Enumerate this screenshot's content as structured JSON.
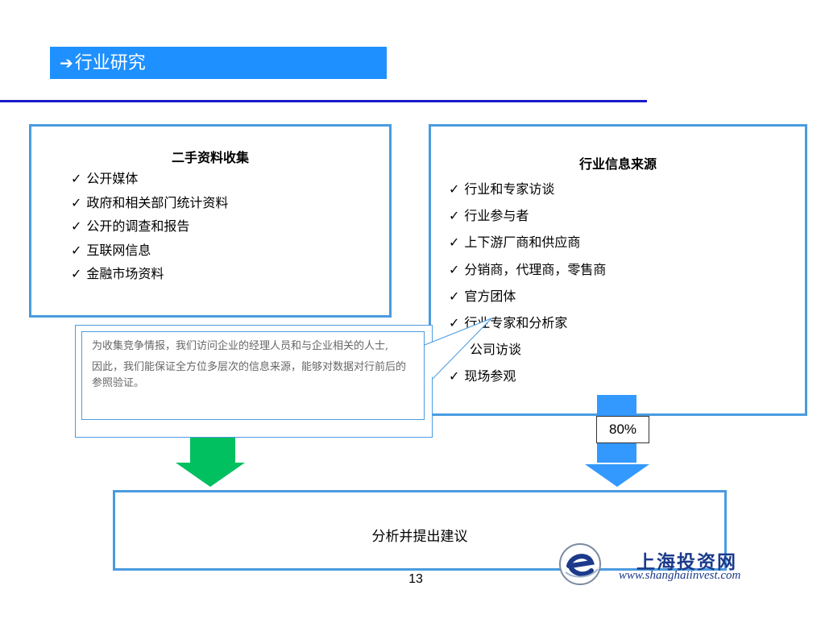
{
  "header": {
    "arrow_glyph": "➔",
    "title": "行业研究",
    "bar_color": "#1e90ff",
    "rule_color": "#1a1ac8"
  },
  "left_box": {
    "title": "二手资料收集",
    "items": [
      {
        "check": "✓",
        "label": "公开媒体"
      },
      {
        "check": "✓",
        "label": "政府和相关部门统计资料"
      },
      {
        "check": "✓",
        "label": "公开的调查和报告"
      },
      {
        "check": "✓",
        "label": "互联网信息"
      },
      {
        "check": "✓",
        "label": "金融市场资料"
      }
    ]
  },
  "right_box": {
    "title": "行业信息来源",
    "items": [
      {
        "check": "✓",
        "label": "行业和专家访谈"
      },
      {
        "check": "✓",
        "label": "行业参与者"
      },
      {
        "check": "✓",
        "label": "上下游厂商和供应商"
      },
      {
        "check": "✓",
        "label": "分销商，代理商，零售商"
      },
      {
        "check": "✓",
        "label": "官方团体"
      },
      {
        "check": "✓",
        "label": "行业专家和分析家"
      },
      {
        "check": "",
        "label": "公司访谈"
      },
      {
        "check": "✓",
        "label": "现场参观"
      }
    ]
  },
  "callout": {
    "para1": "为收集竞争情报，我们访问企业的经理人员和与企业相关的人士,",
    "para2": "因此，我们能保证全方位多层次的信息来源，能够对数据对行前后的参照验证。"
  },
  "badge": {
    "text": "80%"
  },
  "bottom_box": {
    "label": "分析并提出建议"
  },
  "footer": {
    "page_number": "13"
  },
  "logo": {
    "name": "上海投资网",
    "url": "www.shanghaiinvest.com",
    "icon": "e-globe-icon"
  },
  "colors": {
    "box_border": "#4a9be0",
    "arrow_green": "#00c060",
    "arrow_blue": "#3399ff",
    "logo_blue": "#1b3a8a"
  }
}
